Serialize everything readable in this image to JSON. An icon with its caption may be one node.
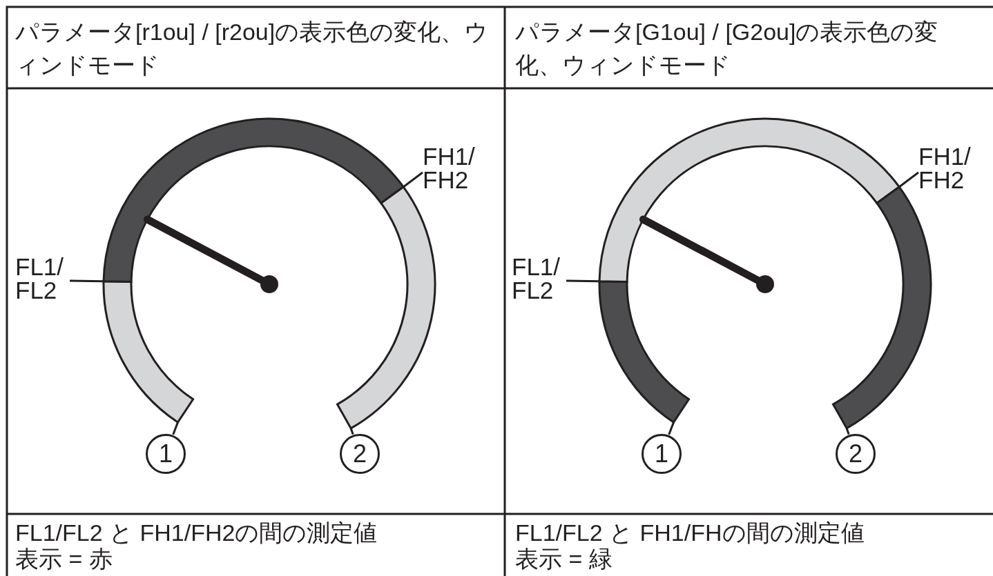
{
  "diagram": {
    "nodes": [
      {
        "text": [
          "FL1/ FL2"
        ]
      },
      {
        "text": [
          "FH1/ FH2"
        ]
      },
      {
        "text": [
          "1"
        ]
      },
      {
        "text": [
          "2"
        ]
      },
      {
        "text": [
          "FL1/ FL2"
        ]
      },
      {
        "text": [
          "FH1/ FH2"
        ]
      },
      {
        "text": [
          "1"
        ]
      },
      {
        "text": [
          "2"
        ]
      }
    ],
    "edges": [
      {
        "from": 0,
        "to": null,
        "arrow": "none"
      },
      {
        "from": 1,
        "to": null,
        "arrow": "none"
      },
      {
        "from": 2,
        "to": null,
        "arrow": "none"
      },
      {
        "from": 3,
        "to": null,
        "arrow": "none"
      },
      {
        "from": 4,
        "to": null,
        "arrow": "none"
      },
      {
        "from": 5,
        "to": null,
        "arrow": "none"
      },
      {
        "from": 6,
        "to": null,
        "arrow": "none"
      },
      {
        "from": 7,
        "to": null,
        "arrow": "none"
      }
    ],
    "labels": [
      "パラメータ[r1ou] / [r2ou]の表示色の変化、ウィンドモード",
      "パラメータ[G1ou] / [G2ou]の表示色の変化、ウィンドモード",
      "FL1/FL2 と FH1/FH2の間の測定値",
      "FL1/FL2 と FH1/FHの間の測定値",
      "表示 = 赤",
      "表示 = 緑"
    ]
  }
}
